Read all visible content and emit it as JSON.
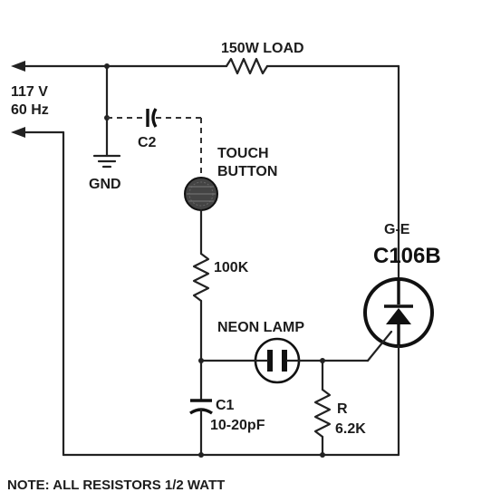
{
  "labels": {
    "load": "150W LOAD",
    "supply_voltage": "117 V",
    "supply_freq": "60 Hz",
    "c2": "C2",
    "gnd": "GND",
    "touch_line1": "TOUCH",
    "touch_line2": "BUTTON",
    "scr_maker": "G-E",
    "scr_part": "C106B",
    "r_100k": "100K",
    "neon": "NEON LAMP",
    "c1_name": "C1",
    "c1_value": "10-20pF",
    "r_name": "R",
    "r_value": "6.2K",
    "note": "NOTE: ALL RESISTORS 1/2 WATT"
  }
}
